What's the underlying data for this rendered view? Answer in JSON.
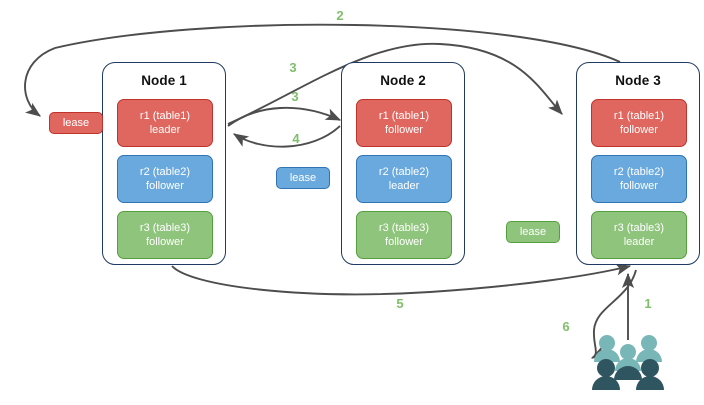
{
  "diagram": {
    "title": "raft-lease-replication-diagram",
    "background": "#ffffff",
    "colors": {
      "red_fill": "#e0675f",
      "red_border": "#c0332b",
      "blue_fill": "#6aa9dd",
      "blue_border": "#2f74b5",
      "green_fill": "#8fc47c",
      "green_border": "#55a03d",
      "node_border": "#1f3b63",
      "edge_stroke": "#4d4d4d",
      "edge_label": "#7fbf6b",
      "user_light": "#79b6b8",
      "user_dark": "#2f5561"
    }
  },
  "nodes": [
    {
      "id": "node1",
      "title": "Node 1",
      "replicas": [
        {
          "name": "r1 (table1)",
          "role": "leader",
          "color": "red"
        },
        {
          "name": "r2 (table2)",
          "role": "follower",
          "color": "blue"
        },
        {
          "name": "r3 (table3)",
          "role": "follower",
          "color": "green"
        }
      ]
    },
    {
      "id": "node2",
      "title": "Node 2",
      "replicas": [
        {
          "name": "r1 (table1)",
          "role": "follower",
          "color": "red"
        },
        {
          "name": "r2 (table2)",
          "role": "leader",
          "color": "blue"
        },
        {
          "name": "r3 (table3)",
          "role": "follower",
          "color": "green"
        }
      ]
    },
    {
      "id": "node3",
      "title": "Node 3",
      "replicas": [
        {
          "name": "r1 (table1)",
          "role": "follower",
          "color": "red"
        },
        {
          "name": "r2 (table2)",
          "role": "follower",
          "color": "blue"
        },
        {
          "name": "r3 (table3)",
          "role": "leader",
          "color": "green"
        }
      ]
    }
  ],
  "leases": [
    {
      "id": "lease-table1",
      "label": "lease",
      "color": "red"
    },
    {
      "id": "lease-table2",
      "label": "lease",
      "color": "blue"
    },
    {
      "id": "lease-table3",
      "label": "lease",
      "color": "green"
    }
  ],
  "edge_labels": [
    {
      "id": "label-1",
      "text": "1"
    },
    {
      "id": "label-2",
      "text": "2"
    },
    {
      "id": "label-3a",
      "text": "3"
    },
    {
      "id": "label-3b",
      "text": "3"
    },
    {
      "id": "label-4",
      "text": "4"
    },
    {
      "id": "label-5",
      "text": "5"
    },
    {
      "id": "label-6",
      "text": "6"
    }
  ],
  "actors": {
    "users_icon": "users-icon"
  }
}
